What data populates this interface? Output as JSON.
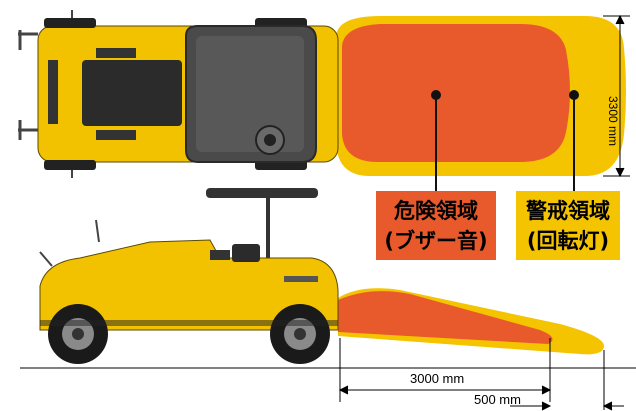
{
  "labels": {
    "danger_zone": "危険領域",
    "danger_alert": "(ブザー音)",
    "warning_zone": "警戒領域",
    "warning_alert": "(回転灯)"
  },
  "dimensions": {
    "danger_length": "3000 mm",
    "warning_extra": "500 mm",
    "zone_width": "3300 mm"
  },
  "colors": {
    "danger": "#e85a2c",
    "warning": "#f5c400",
    "machine_body": "#f2c200",
    "machine_dark": "#3a3a3a"
  }
}
